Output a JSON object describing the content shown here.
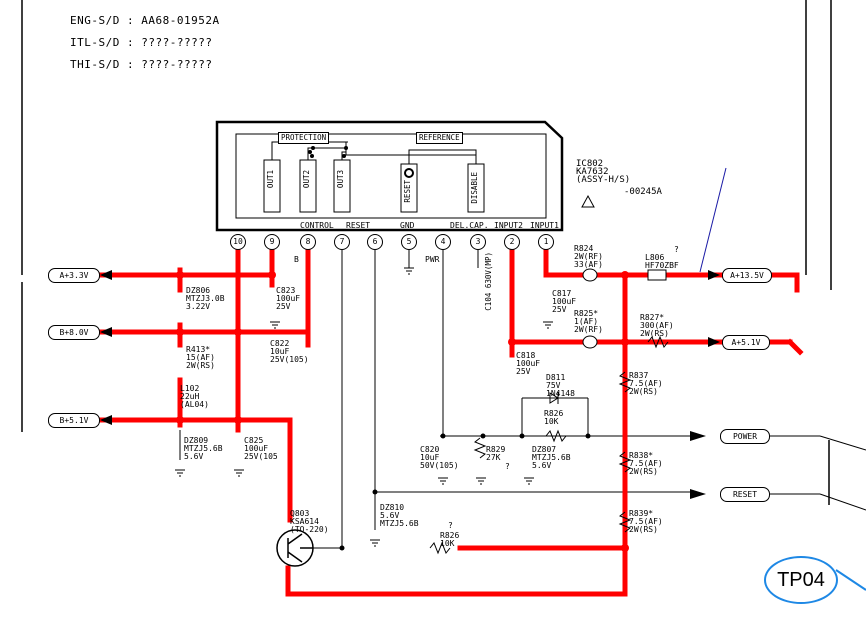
{
  "header": {
    "eng": "ENG-S/D : AA68-01952A",
    "itl": "ITL-S/D : ????-?????",
    "thi": "THI-S/D : ????-?????"
  },
  "ic": {
    "ref": "IC802",
    "part": "KA7632",
    "assy": "(ASSY-H/S)",
    "code": "-00245A",
    "protection": "PROTECTION",
    "reference": "REFERENCE",
    "blocks": [
      "OUT1",
      "OUT2",
      "OUT3",
      "RESET",
      "DISABLE"
    ],
    "pin_labels": [
      "CONTROL",
      "RESET",
      "GND",
      "DEL.CAP.",
      "INPUT2",
      "INPUT1"
    ],
    "pins": [
      "10",
      "9",
      "8",
      "7",
      "6",
      "5",
      "4",
      "3",
      "2",
      "1"
    ]
  },
  "connectors": {
    "a33": "A+3.3V",
    "b80": "B+8.0V",
    "b51": "B+5.1V",
    "a135": "A+13.5V",
    "a51": "A+5.1V",
    "power": "POWER",
    "reset": "RESET"
  },
  "components": {
    "dz806": "DZ806\nMTZJ3.0B\n3.22V",
    "c823": "C823\n100uF\n25V",
    "r413": "R413*\n15(AF)\n2W(RS)",
    "c822": "C822\n10uF\n25V(105)",
    "l102": "L102\n22uH\n(AL04)",
    "dz809": "DZ809\nMTZJ5.6B\n5.6V",
    "c825": "C825\n100uF\n25V(105",
    "r824": "R824\n2W(RF)\n33(AF)",
    "l806": "L806\nHF70ZBF",
    "c817": "C817\n100uF\n25V",
    "r825": "R825*\n1(AF)\n2W(RF)",
    "r827": "R827*\n300(AF)\n2W(RS)",
    "c818": "C818\n100uF\n25V",
    "d811": "D811\n75V\n1N4148",
    "r837": "R837\n7.5(AF)\n2W(RS)",
    "r826a": "R826\n10K",
    "c820": "C820\n10uF\n50V(105)",
    "r829": "R829\n27K",
    "dz807": "DZ807\nMTZJ5.6B\n5.6V",
    "r838": "R838*\n7.5(AF)\n2W(RS)",
    "dz810": "DZ810\n5.6V\nMTZJ5.6B",
    "q803": "Q803\nKSA614\n(TO-220)",
    "r826b": "R826\n10K",
    "r839": "R839*\n7.5(AF)\n2W(RS)",
    "c104": "C104\n630V(MP)",
    "pwr": "PWR",
    "b_lbl": "B",
    "q1": "?",
    "q2": "?",
    "q3": "?"
  },
  "testpoint": "TP04",
  "colors": {
    "highlight": "#ff0000",
    "tp_circle": "#1e88e5",
    "pointer": "#1a1aa6"
  }
}
